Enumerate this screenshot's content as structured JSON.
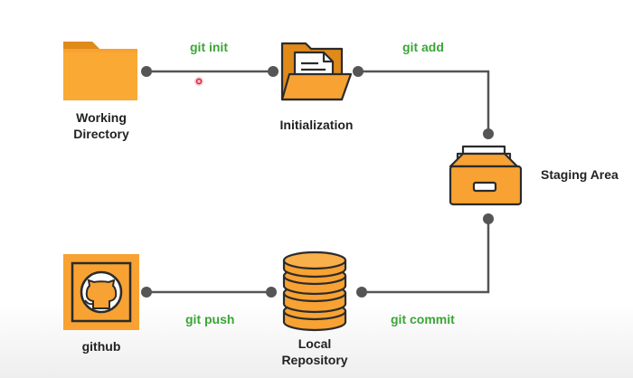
{
  "colors": {
    "icon_fill": "#f7a232",
    "icon_dark": "#e08a1a",
    "icon_outline": "#2b2b2b",
    "connector": "#555555",
    "command_text": "#3aa636",
    "label_text": "#222222"
  },
  "nodes": {
    "working_directory": {
      "label_line1": "Working",
      "label_line2": "Directory",
      "icon": "folder-icon"
    },
    "initialization": {
      "label": "Initialization",
      "icon": "open-folder-document-icon"
    },
    "staging_area": {
      "label": "Staging Area",
      "icon": "file-drawer-icon"
    },
    "local_repository": {
      "label_line1": "Local",
      "label_line2": "Repository",
      "icon": "database-icon"
    },
    "github": {
      "label": "github",
      "icon": "github-icon"
    }
  },
  "commands": {
    "git_init": "git init",
    "git_add": "git add",
    "git_commit": "git commit",
    "git_push": "git push"
  }
}
